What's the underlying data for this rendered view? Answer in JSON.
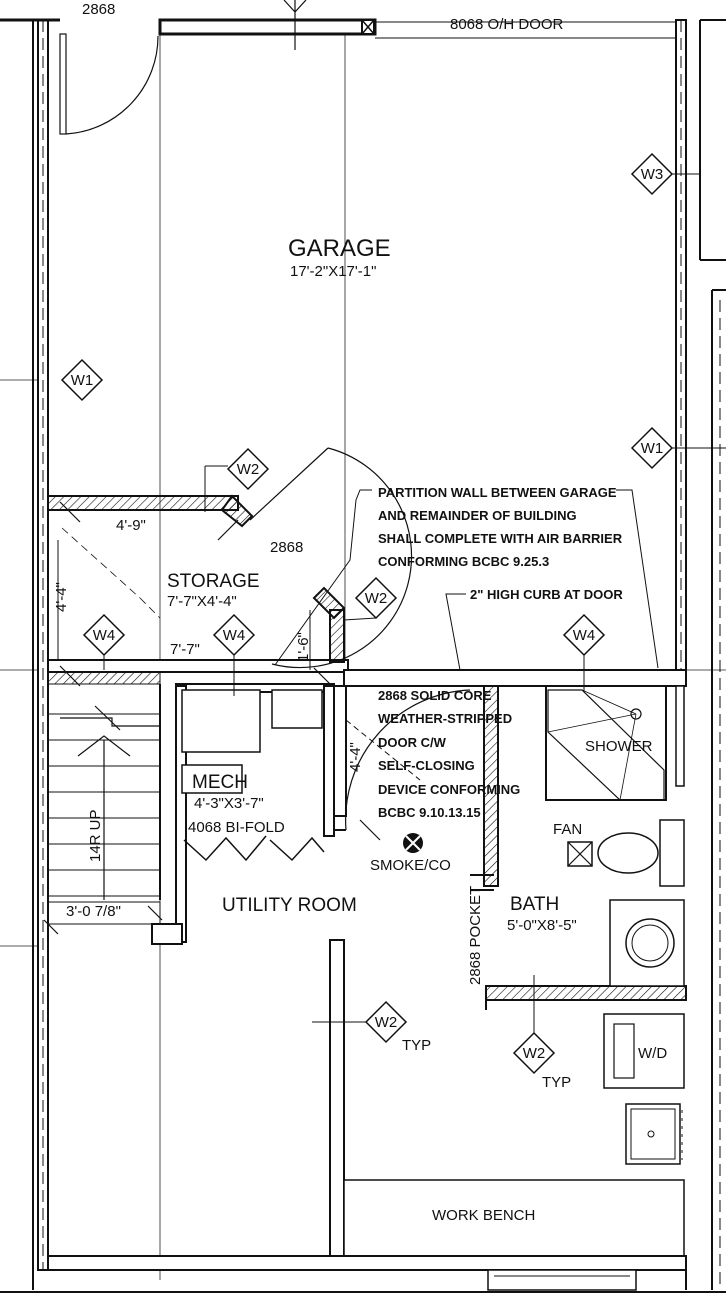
{
  "rooms": {
    "garage": {
      "name": "GARAGE",
      "dim": "17'-2\"X17'-1\""
    },
    "storage": {
      "name": "STORAGE",
      "dim": "7'-7\"X4'-4\""
    },
    "mech": {
      "name": "MECH",
      "dim": "4'-3\"X3'-7\"",
      "door": "4068 BI-FOLD"
    },
    "utility": {
      "name": "UTILITY ROOM"
    },
    "bath": {
      "name": "BATH",
      "dim": "5'-0\"X8'-5\""
    }
  },
  "doors": {
    "top_left": "2868",
    "overhead": "8068 O/H DOOR",
    "storage_door": "2868",
    "pocket": "2868 POCKET"
  },
  "dimensions": {
    "storage_width": "4'-9\"",
    "storage_depth": "4'-4\"",
    "storage_len": "7'-7\"",
    "wall_jog": "1'-6\"",
    "utility_jog": "4'-4\"",
    "stair_width": "3'-0 7/8\""
  },
  "notes": {
    "partition": [
      "PARTITION WALL BETWEEN GARAGE",
      "AND REMAINDER OF BUILDING",
      "SHALL COMPLETE WITH AIR BARRIER",
      "CONFORMING BCBC 9.25.3"
    ],
    "curb": "2\" HIGH CURB AT DOOR",
    "door_spec": [
      "2868 SOLID CORE",
      "WEATHER-STRIPPED",
      "DOOR C/W",
      "SELF-CLOSING",
      "DEVICE CONFORMING",
      "BCBC 9.10.13.15"
    ]
  },
  "fixtures": {
    "shower": "SHOWER",
    "fan": "FAN",
    "smoke": "SMOKE/CO",
    "wd": "W/D",
    "workbench": "WORK BENCH",
    "stairs": "14R UP"
  },
  "tags": {
    "w1": "W1",
    "w2": "W2",
    "w3": "W3",
    "w4": "W4",
    "typ": "TYP"
  }
}
